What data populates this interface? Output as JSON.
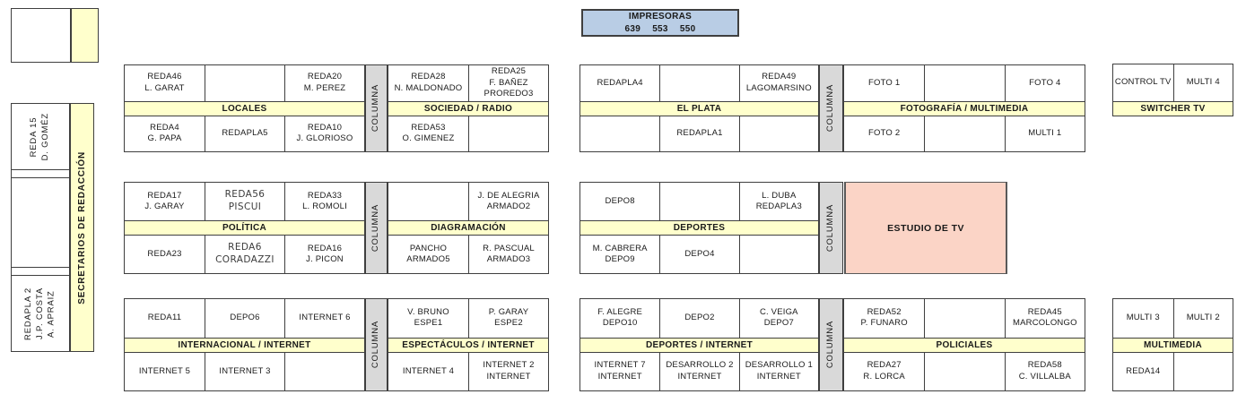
{
  "colors": {
    "section_header_bg": "#FFFFCC",
    "pillar_bg": "#D9D9D9",
    "printers_bg": "#B9CDE5",
    "studio_bg": "#FBD4C6",
    "border": "#3F3F3F"
  },
  "printers": {
    "title": "IMPRESORAS",
    "numbers": "639 553 550"
  },
  "column_label": "COLUMNA",
  "studio_label": "ESTUDIO DE TV",
  "left": {
    "secretaries": "SECRETARIOS DE REDACCIÓN",
    "desk_top": "REDA 15\nD. GOMÉZ",
    "desk_bottom": "REDAPLA 2\nJ.P. COSTA\nA. APRAIZ"
  },
  "blocks": {
    "locales": {
      "header": "LOCALES",
      "top": [
        "REDA46\nL. GARAT",
        "",
        "REDA20\nM. PEREZ"
      ],
      "bottom": [
        "REDA4\nG. PAPA",
        "REDAPLA5",
        "REDA10\nJ. GLORIOSO"
      ]
    },
    "sociedad": {
      "header": "SOCIEDAD / RADIO",
      "top": [
        "REDA28\nN. MALDONADO",
        "REDA25\nF. BAÑEZ\nPROREDO3"
      ],
      "bottom": [
        "REDA53\nO. GIMENEZ",
        ""
      ]
    },
    "elplata": {
      "header": "EL PLATA",
      "top": [
        "REDAPLA4",
        "",
        "REDA49\nLAGOMARSINO"
      ],
      "bottom": [
        "",
        "REDAPLA1",
        ""
      ]
    },
    "foto": {
      "header": "FOTOGRAFÍA / MULTIMEDIA",
      "top": [
        "FOTO 1",
        "",
        "FOTO 4"
      ],
      "bottom": [
        "FOTO 2",
        "",
        "MULTI 1"
      ]
    },
    "switcher": {
      "header": "SWITCHER TV",
      "top": [
        "CONTROL TV",
        "MULTI 4"
      ]
    },
    "politica": {
      "header": "POLÍTICA",
      "top": [
        "REDA17\nJ. GARAY",
        "REDA56\nPISCUI",
        "REDA33\nL. ROMOLI"
      ],
      "bottom": [
        "REDA23",
        "REDA6\nCORADAZZI",
        "REDA16\nJ. PICON"
      ]
    },
    "diagramacion": {
      "header": "DIAGRAMACIÓN",
      "top": [
        "",
        "J. DE ALEGRIA\nARMADO2"
      ],
      "bottom": [
        "PANCHO\nARMADO5",
        "R. PASCUAL\nARMADO3"
      ]
    },
    "deportes": {
      "header": "DEPORTES",
      "top": [
        "DEPO8",
        "",
        "L. DUBA\nREDAPLA3"
      ],
      "bottom": [
        "M. CABRERA\nDEPO9",
        "DEPO4",
        ""
      ]
    },
    "internacional": {
      "header": "INTERNACIONAL / INTERNET",
      "top": [
        "REDA11",
        "DEPO6",
        "INTERNET 6"
      ],
      "bottom": [
        "INTERNET 5",
        "INTERNET 3",
        ""
      ]
    },
    "espectaculos": {
      "header": "ESPECTÁCULOS / INTERNET",
      "top": [
        "V. BRUNO\nESPE1",
        "P. GARAY\nESPE2"
      ],
      "bottom": [
        "INTERNET 4",
        "INTERNET 2\nINTERNET"
      ]
    },
    "deportes_internet": {
      "header": "DEPORTES / INTERNET",
      "top": [
        "F. ALEGRE\nDEPO10",
        "DEPO2",
        "C. VEIGA\nDEPO7"
      ],
      "bottom": [
        "INTERNET 7\nINTERNET",
        "DESARROLLO 2\nINTERNET",
        "DESARROLLO 1\nINTERNET"
      ]
    },
    "policiales": {
      "header": "POLICIALES",
      "top": [
        "REDA52\nP. FUNARO",
        "",
        "REDA45\nMARCOLONGO"
      ],
      "bottom": [
        "REDA27\nR. LORCA",
        "",
        "REDA58\nC. VILLALBA"
      ]
    },
    "multimedia": {
      "header": "MULTIMEDIA",
      "top": [
        "MULTI 3",
        "MULTI 2"
      ],
      "bottom": [
        "REDA14",
        ""
      ]
    }
  }
}
